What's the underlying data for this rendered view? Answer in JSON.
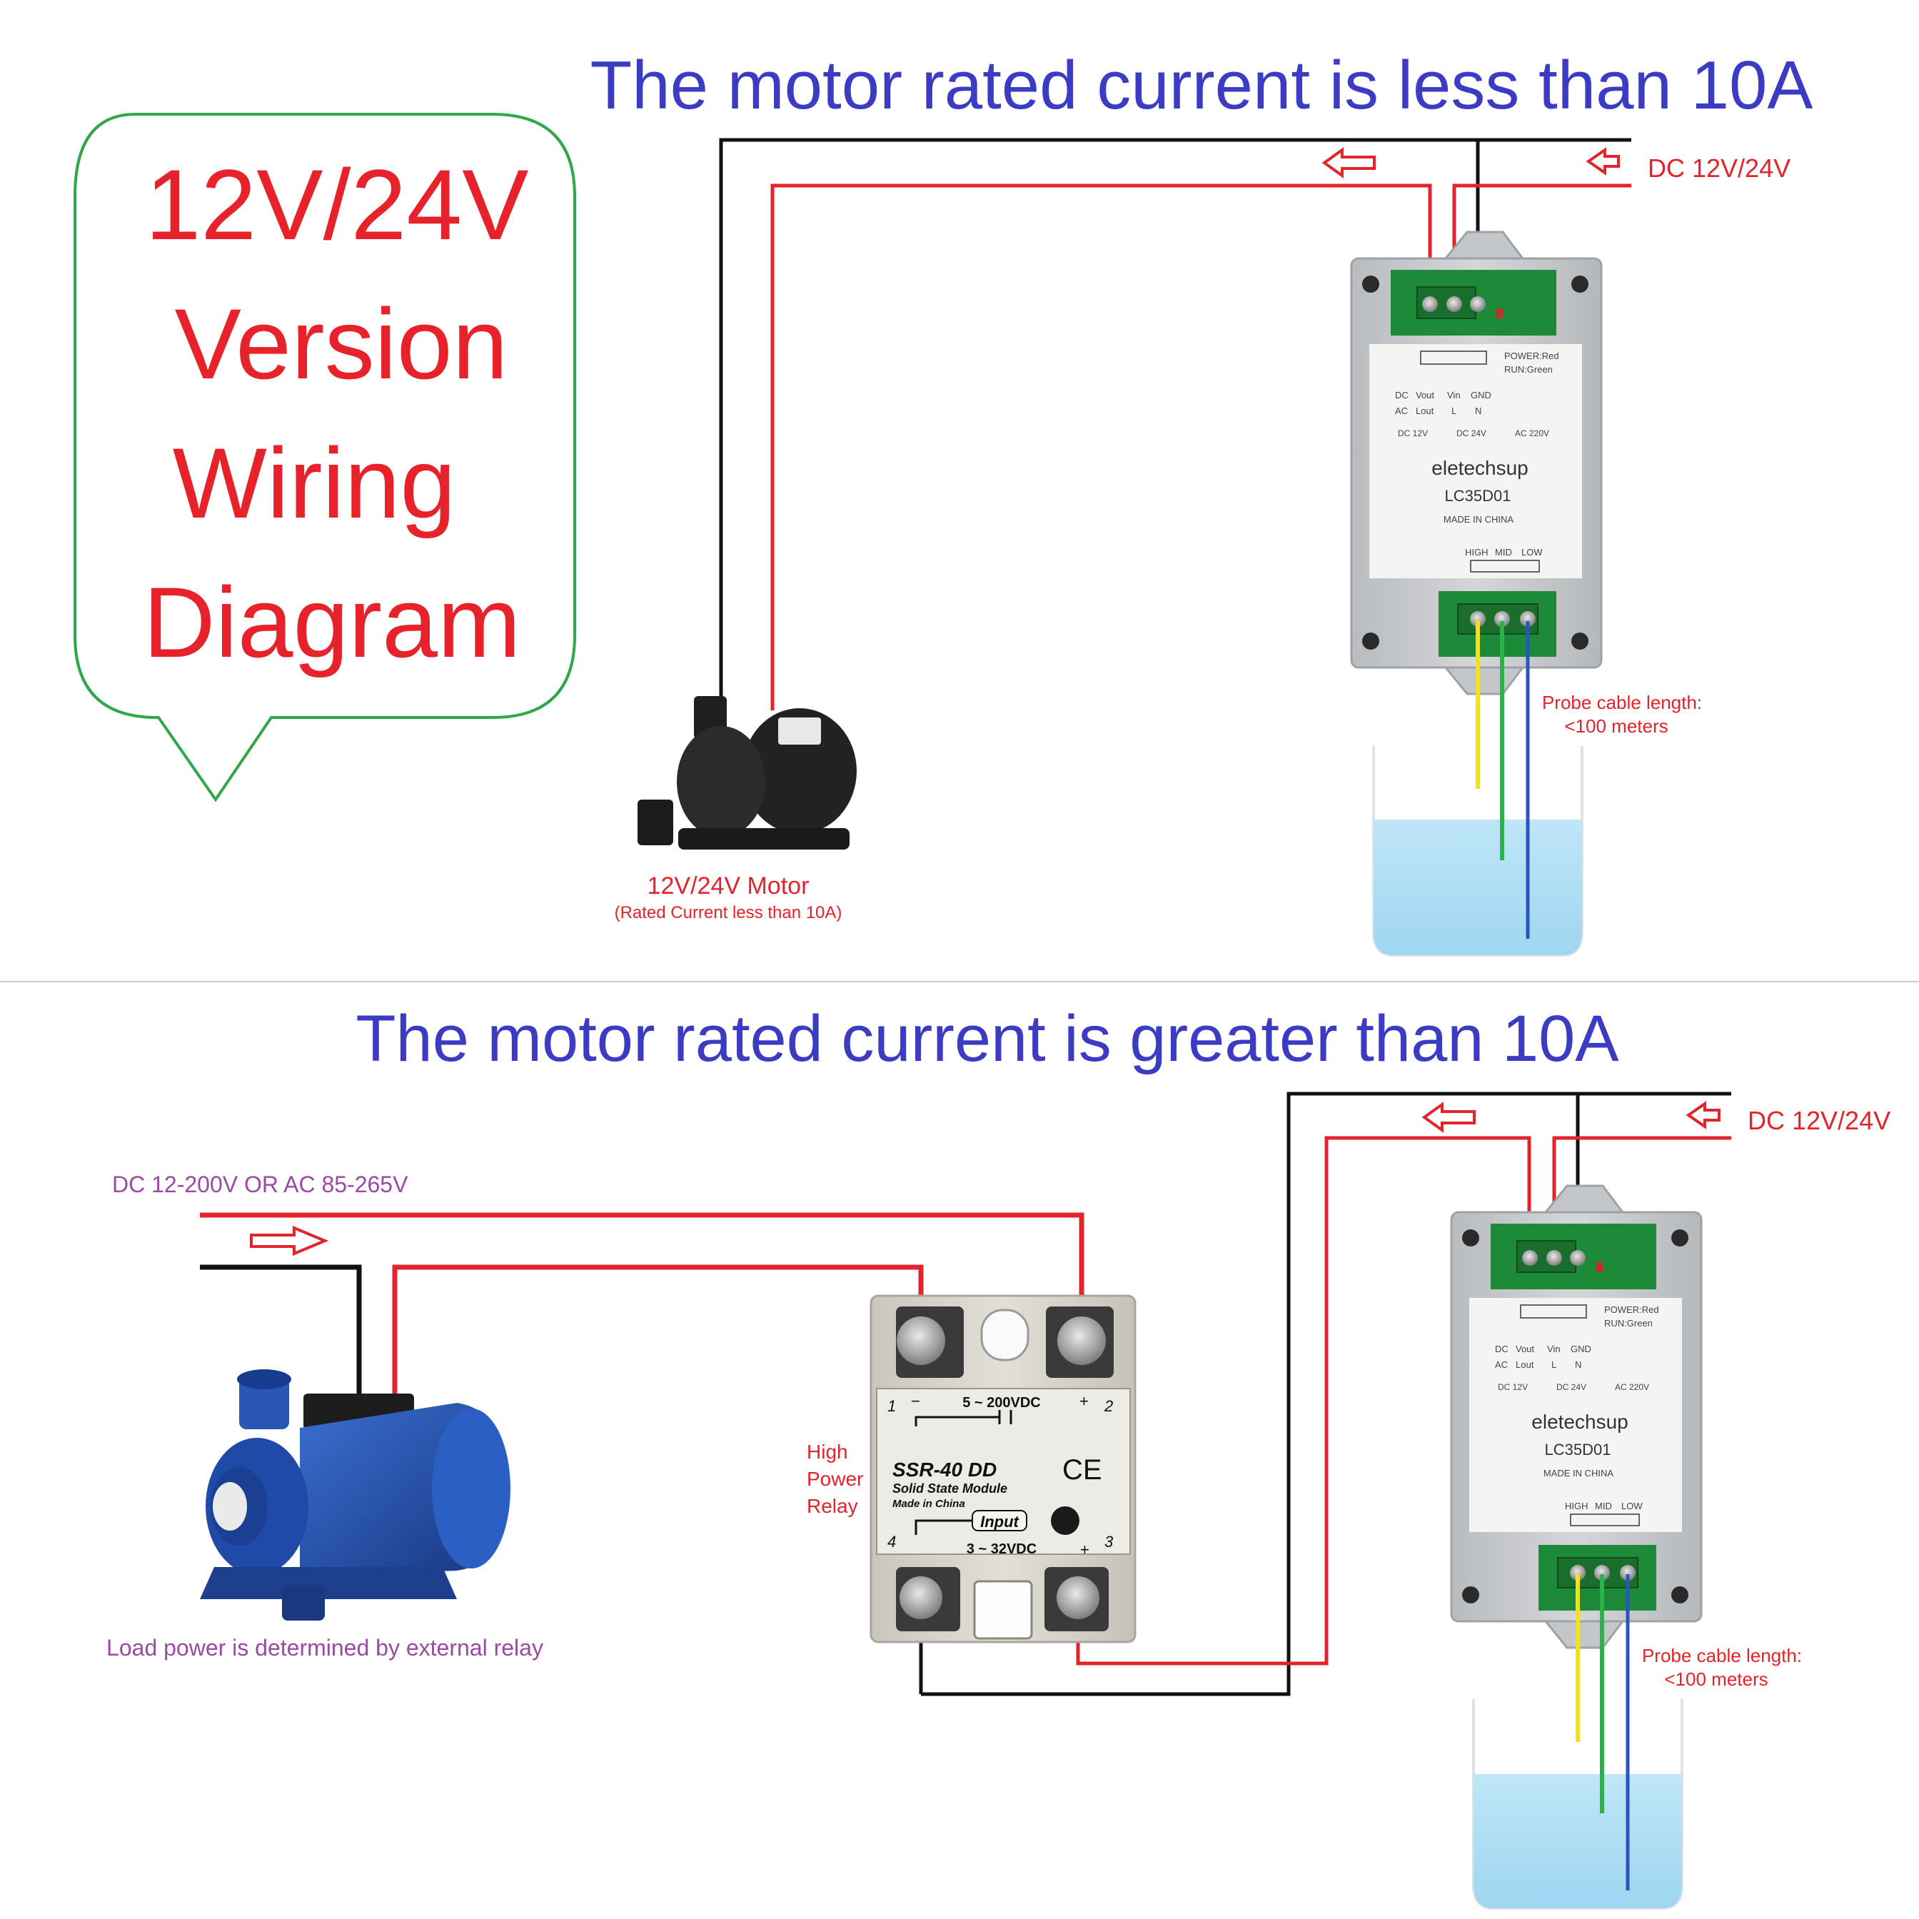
{
  "bubble": {
    "lines": [
      "12V/24V",
      "Version",
      "Wiring",
      "Diagram"
    ]
  },
  "top_section": {
    "title": "The motor rated current is less than 10A",
    "dc_label": "DC 12V/24V",
    "motor_label": "12V/24V Motor",
    "motor_sublabel": "(Rated Current less than 10A)",
    "probe_line1": "Probe cable length:",
    "probe_line2": "<100 meters"
  },
  "bottom_section": {
    "title": "The motor rated current is greater than 10A",
    "dc_label": "DC 12V/24V",
    "supply_label": "DC 12-200V OR AC 85-265V",
    "relay_label": [
      "High",
      "Power",
      "Relay"
    ],
    "load_label": "Load power is determined by external relay",
    "probe_line1": "Probe cable length:",
    "probe_line2": "<100 meters"
  },
  "controller": {
    "brand": "eletechsup",
    "model": "LC35D01",
    "made_in": "MADE IN CHINA",
    "power_led": "POWER:Red",
    "run_led": "RUN:Green",
    "terminals_row1": [
      "DC",
      "Vout",
      "Vin",
      "GND"
    ],
    "terminals_row2": [
      "AC",
      "Lout",
      "L",
      "N"
    ],
    "options": [
      "DC 12V",
      "DC 24V",
      "AC 220V"
    ],
    "probe_terms": [
      "HIGH",
      "MID",
      "LOW"
    ]
  },
  "ssr": {
    "voltage_out": "5 ~ 200VDC",
    "model": "SSR-40 DD",
    "desc": "Solid State Module",
    "made": "Made in China",
    "ce": "CE",
    "input_label": "Input",
    "voltage_in": "3 ~ 32VDC",
    "pins": [
      "1",
      "2",
      "3",
      "4"
    ],
    "plus": "+",
    "minus": "−"
  },
  "colors": {
    "title_blue": "#3b3bc4",
    "bubble_red": "#e8222a",
    "bubble_border": "#2fa84a",
    "label_red": "#e8222a",
    "label_purple": "#9b4aa3",
    "wire_red": "#e4242c",
    "wire_black": "#111111",
    "probe_yellow": "#f2e21c",
    "probe_green": "#2bb34a",
    "probe_blue": "#2a55c0",
    "water": "#a8dcf3"
  }
}
